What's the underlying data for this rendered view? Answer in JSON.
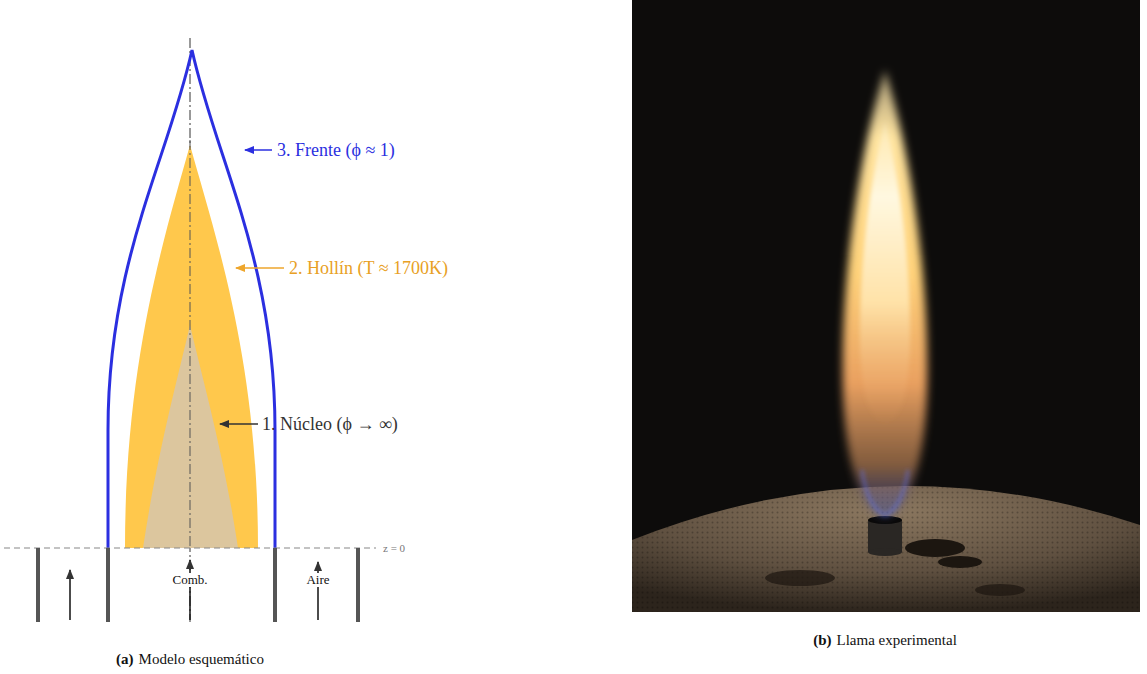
{
  "diagram": {
    "labels": [
      "3. Frente (ϕ ≈ 1)",
      "2. Hollín (T ≈ 1700K)",
      "1. Núcleo (ϕ → ∞)",
      "z = 0",
      "Comb.",
      "Aire",
      "(a)",
      "Modelo esquemático",
      "(b)",
      "Llama experimental"
    ]
  }
}
